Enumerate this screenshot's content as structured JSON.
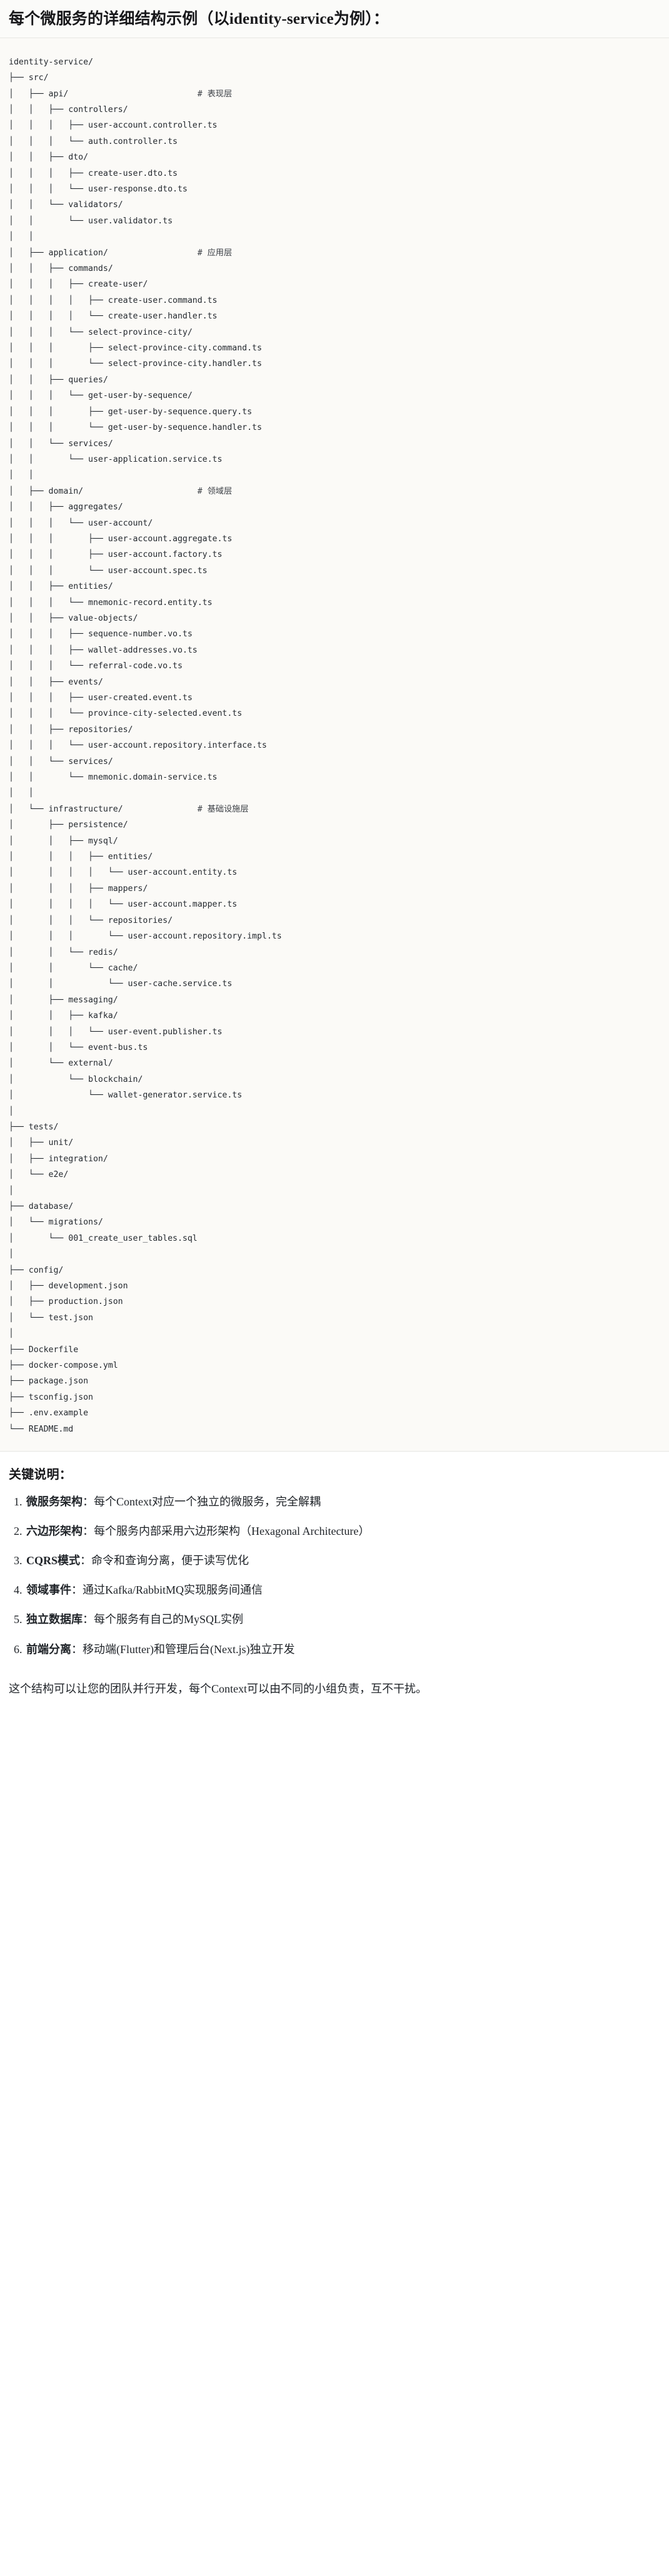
{
  "title": "每个微服务的详细结构示例（以identity-service为例）：",
  "tree": {
    "root": "identity-service/",
    "lines": [
      {
        "text": "identity-service/",
        "comment": ""
      },
      {
        "text": "├── src/",
        "comment": ""
      },
      {
        "text": "│   ├── api/",
        "comment": "# 表现层"
      },
      {
        "text": "│   │   ├── controllers/",
        "comment": ""
      },
      {
        "text": "│   │   │   ├── user-account.controller.ts",
        "comment": ""
      },
      {
        "text": "│   │   │   └── auth.controller.ts",
        "comment": ""
      },
      {
        "text": "│   │   ├── dto/",
        "comment": ""
      },
      {
        "text": "│   │   │   ├── create-user.dto.ts",
        "comment": ""
      },
      {
        "text": "│   │   │   └── user-response.dto.ts",
        "comment": ""
      },
      {
        "text": "│   │   └── validators/",
        "comment": ""
      },
      {
        "text": "│   │       └── user.validator.ts",
        "comment": ""
      },
      {
        "text": "│   │",
        "comment": ""
      },
      {
        "text": "│   ├── application/",
        "comment": "# 应用层"
      },
      {
        "text": "│   │   ├── commands/",
        "comment": ""
      },
      {
        "text": "│   │   │   ├── create-user/",
        "comment": ""
      },
      {
        "text": "│   │   │   │   ├── create-user.command.ts",
        "comment": ""
      },
      {
        "text": "│   │   │   │   └── create-user.handler.ts",
        "comment": ""
      },
      {
        "text": "│   │   │   └── select-province-city/",
        "comment": ""
      },
      {
        "text": "│   │   │       ├── select-province-city.command.ts",
        "comment": ""
      },
      {
        "text": "│   │   │       └── select-province-city.handler.ts",
        "comment": ""
      },
      {
        "text": "│   │   ├── queries/",
        "comment": ""
      },
      {
        "text": "│   │   │   └── get-user-by-sequence/",
        "comment": ""
      },
      {
        "text": "│   │   │       ├── get-user-by-sequence.query.ts",
        "comment": ""
      },
      {
        "text": "│   │   │       └── get-user-by-sequence.handler.ts",
        "comment": ""
      },
      {
        "text": "│   │   └── services/",
        "comment": ""
      },
      {
        "text": "│   │       └── user-application.service.ts",
        "comment": ""
      },
      {
        "text": "│   │",
        "comment": ""
      },
      {
        "text": "│   ├── domain/",
        "comment": "# 领域层"
      },
      {
        "text": "│   │   ├── aggregates/",
        "comment": ""
      },
      {
        "text": "│   │   │   └── user-account/",
        "comment": ""
      },
      {
        "text": "│   │   │       ├── user-account.aggregate.ts",
        "comment": ""
      },
      {
        "text": "│   │   │       ├── user-account.factory.ts",
        "comment": ""
      },
      {
        "text": "│   │   │       └── user-account.spec.ts",
        "comment": ""
      },
      {
        "text": "│   │   ├── entities/",
        "comment": ""
      },
      {
        "text": "│   │   │   └── mnemonic-record.entity.ts",
        "comment": ""
      },
      {
        "text": "│   │   ├── value-objects/",
        "comment": ""
      },
      {
        "text": "│   │   │   ├── sequence-number.vo.ts",
        "comment": ""
      },
      {
        "text": "│   │   │   ├── wallet-addresses.vo.ts",
        "comment": ""
      },
      {
        "text": "│   │   │   └── referral-code.vo.ts",
        "comment": ""
      },
      {
        "text": "│   │   ├── events/",
        "comment": ""
      },
      {
        "text": "│   │   │   ├── user-created.event.ts",
        "comment": ""
      },
      {
        "text": "│   │   │   └── province-city-selected.event.ts",
        "comment": ""
      },
      {
        "text": "│   │   ├── repositories/",
        "comment": ""
      },
      {
        "text": "│   │   │   └── user-account.repository.interface.ts",
        "comment": ""
      },
      {
        "text": "│   │   └── services/",
        "comment": ""
      },
      {
        "text": "│   │       └── mnemonic.domain-service.ts",
        "comment": ""
      },
      {
        "text": "│   │",
        "comment": ""
      },
      {
        "text": "│   └── infrastructure/",
        "comment": "# 基础设施层"
      },
      {
        "text": "│       ├── persistence/",
        "comment": ""
      },
      {
        "text": "│       │   ├── mysql/",
        "comment": ""
      },
      {
        "text": "│       │   │   ├── entities/",
        "comment": ""
      },
      {
        "text": "│       │   │   │   └── user-account.entity.ts",
        "comment": ""
      },
      {
        "text": "│       │   │   ├── mappers/",
        "comment": ""
      },
      {
        "text": "│       │   │   │   └── user-account.mapper.ts",
        "comment": ""
      },
      {
        "text": "│       │   │   └── repositories/",
        "comment": ""
      },
      {
        "text": "│       │   │       └── user-account.repository.impl.ts",
        "comment": ""
      },
      {
        "text": "│       │   └── redis/",
        "comment": ""
      },
      {
        "text": "│       │       └── cache/",
        "comment": ""
      },
      {
        "text": "│       │           └── user-cache.service.ts",
        "comment": ""
      },
      {
        "text": "│       ├── messaging/",
        "comment": ""
      },
      {
        "text": "│       │   ├── kafka/",
        "comment": ""
      },
      {
        "text": "│       │   │   └── user-event.publisher.ts",
        "comment": ""
      },
      {
        "text": "│       │   └── event-bus.ts",
        "comment": ""
      },
      {
        "text": "│       └── external/",
        "comment": ""
      },
      {
        "text": "│           └── blockchain/",
        "comment": ""
      },
      {
        "text": "│               └── wallet-generator.service.ts",
        "comment": ""
      },
      {
        "text": "│",
        "comment": ""
      },
      {
        "text": "├── tests/",
        "comment": ""
      },
      {
        "text": "│   ├── unit/",
        "comment": ""
      },
      {
        "text": "│   ├── integration/",
        "comment": ""
      },
      {
        "text": "│   └── e2e/",
        "comment": ""
      },
      {
        "text": "│",
        "comment": ""
      },
      {
        "text": "├── database/",
        "comment": ""
      },
      {
        "text": "│   └── migrations/",
        "comment": ""
      },
      {
        "text": "│       └── 001_create_user_tables.sql",
        "comment": ""
      },
      {
        "text": "│",
        "comment": ""
      },
      {
        "text": "├── config/",
        "comment": ""
      },
      {
        "text": "│   ├── development.json",
        "comment": ""
      },
      {
        "text": "│   ├── production.json",
        "comment": ""
      },
      {
        "text": "│   └── test.json",
        "comment": ""
      },
      {
        "text": "│",
        "comment": ""
      },
      {
        "text": "├── Dockerfile",
        "comment": ""
      },
      {
        "text": "├── docker-compose.yml",
        "comment": ""
      },
      {
        "text": "├── package.json",
        "comment": ""
      },
      {
        "text": "├── tsconfig.json",
        "comment": ""
      },
      {
        "text": "├── .env.example",
        "comment": ""
      },
      {
        "text": "└── README.md",
        "comment": ""
      }
    ],
    "comment_column": 38
  },
  "keys": {
    "heading": "关键说明：",
    "items": [
      {
        "term": "微服务架构",
        "sep": "：",
        "desc": "每个Context对应一个独立的微服务，完全解耦"
      },
      {
        "term": "六边形架构",
        "sep": "：",
        "desc": "每个服务内部采用六边形架构（Hexagonal Architecture）"
      },
      {
        "term": "CQRS模式",
        "sep": "：",
        "desc": "命令和查询分离，便于读写优化"
      },
      {
        "term": "领域事件",
        "sep": "：",
        "desc": "通过Kafka/RabbitMQ实现服务间通信"
      },
      {
        "term": "独立数据库",
        "sep": "：",
        "desc": "每个服务有自己的MySQL实例"
      },
      {
        "term": "前端分离",
        "sep": "：",
        "desc": "移动端(Flutter)和管理后台(Next.js)独立开发"
      }
    ],
    "closing": "这个结构可以让您的团队并行开发，每个Context可以由不同的小组负责，互不干扰。"
  }
}
